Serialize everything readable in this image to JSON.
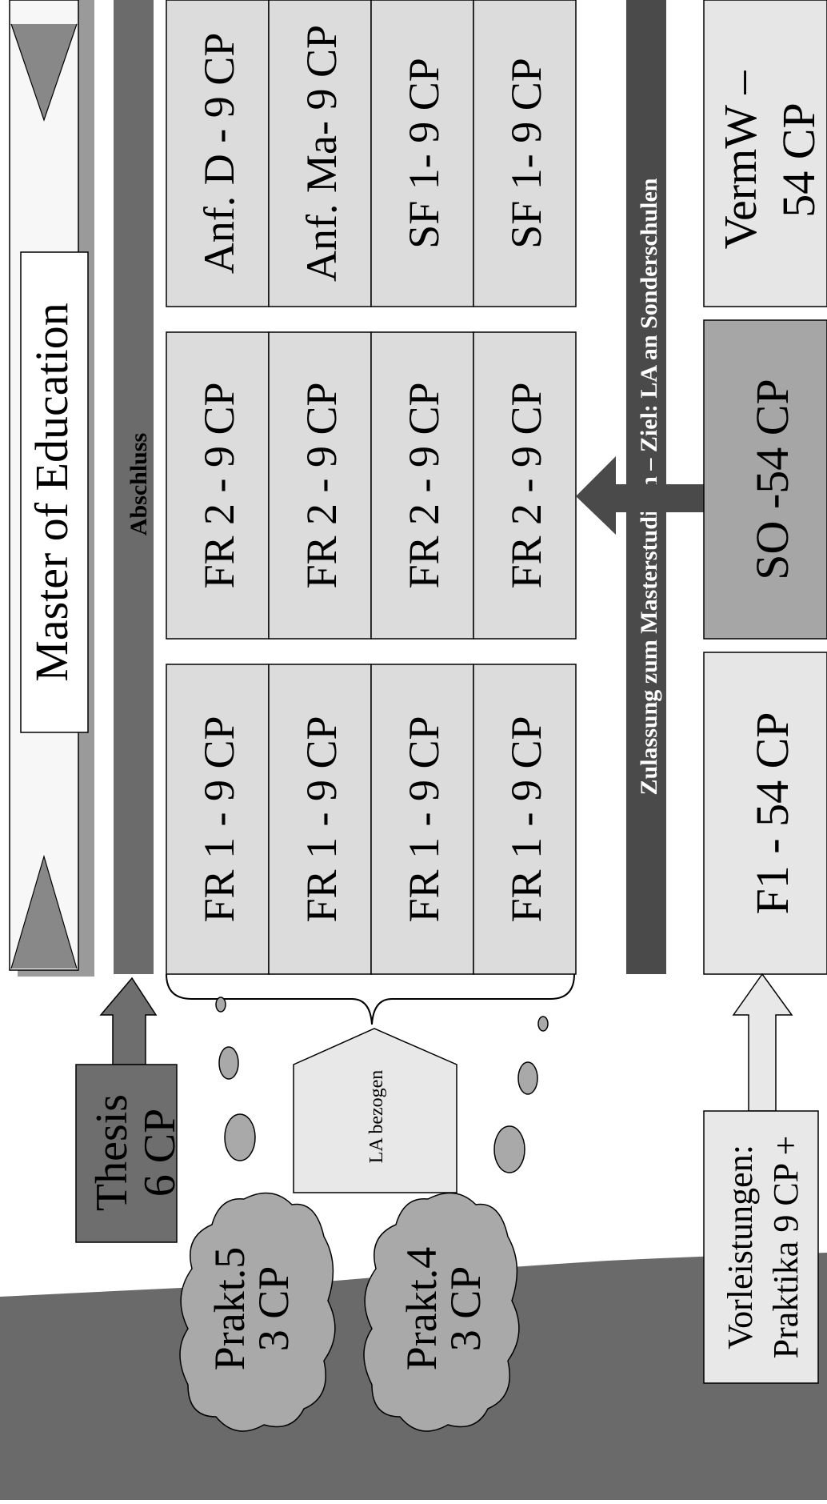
{
  "banner": {
    "title": "Master of Education"
  },
  "bar": {
    "label": "Abschluss"
  },
  "thesis": {
    "line1": "Thesis",
    "line2": "6 CP"
  },
  "column_fr1": [
    "FR 1 - 9 CP",
    "FR 1 - 9 CP",
    "FR 1 - 9 CP",
    "FR 1 - 9 CP"
  ],
  "column_fr2": [
    "FR 2 - 9 CP",
    "FR 2 - 9 CP",
    "FR 2 - 9 CP",
    "FR 2 - 9 CP"
  ],
  "column_right": [
    "Anf. D - 9 CP",
    "Anf. Ma- 9 CP",
    "SF 1- 9 CP",
    "SF 1- 9 CP"
  ],
  "la_box": {
    "label": "LA bezogen"
  },
  "praktika": [
    {
      "line1": "Prakt.5",
      "line2": "3 CP"
    },
    {
      "line1": "Prakt.4",
      "line2": "3 CP"
    }
  ],
  "admission_bar": {
    "label": "Zulassung zum Masterstudium – Ziel: LA an Sonderschulen"
  },
  "bottom_boxes": {
    "f1": "F1 - 54 CP",
    "so": "SO -54 CP",
    "vermw_line1": "VermW –",
    "vermw_line2": "54 CP"
  },
  "vorleistungen": {
    "line1": "Vorleistungen:",
    "line2": "Praktika 9 CP +"
  },
  "colors": {
    "light_gray": "#e6e6e6",
    "mid_gray": "#b3b3b3",
    "dark_gray": "#5a5a5a",
    "ground_gray": "#6a6a6a",
    "thesis_gray": "#6e6e6e",
    "so_gray": "#a6a6a6",
    "dark_bar": "#4a4a4a"
  }
}
